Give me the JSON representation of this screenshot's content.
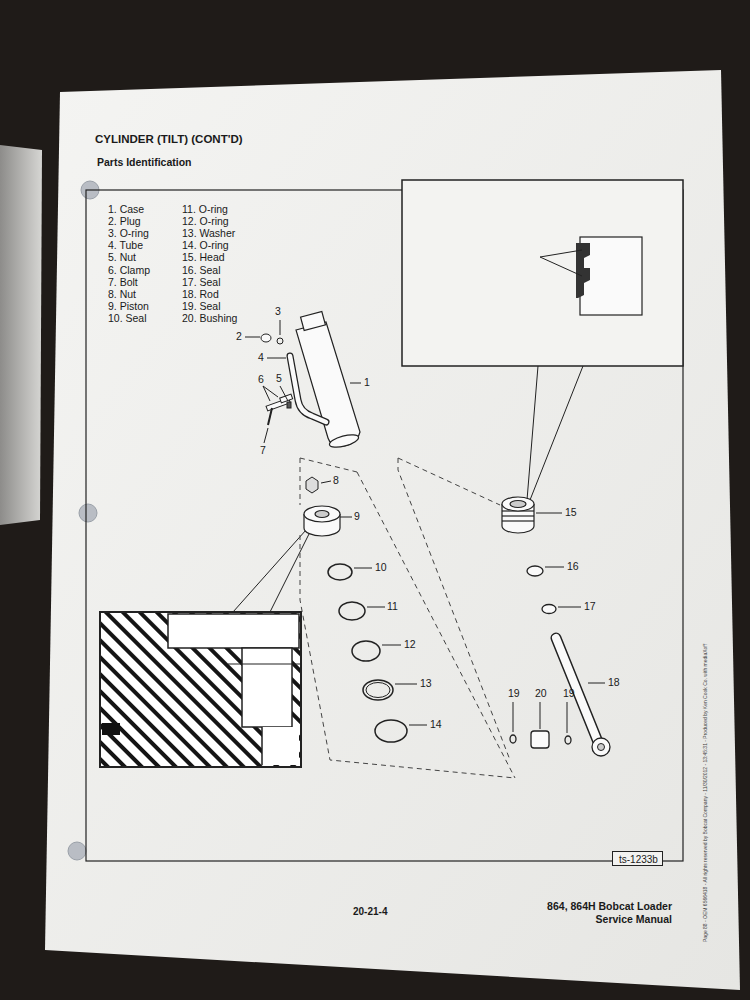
{
  "diagram": {
    "title": "CYLINDER (TILT) (CONT'D)",
    "nodes": [
      {
        "text": [
          "ts-1233b"
        ]
      }
    ],
    "labels": [
      "Parts Identification",
      "1. Case",
      "2. Plug",
      "3. O-ring",
      "4. Tube",
      "5. Nut",
      "6. Clamp",
      "7. Bolt",
      "8. Nut",
      "9. Piston",
      "10. Seal",
      "11. O-ring",
      "12. O-ring",
      "13. Washer",
      "14. O-ring",
      "15. Head",
      "16. Seal",
      "17. Seal",
      "18. Rod",
      "19. Seal",
      "20. Bushing",
      "1",
      "2",
      "3",
      "4",
      "5",
      "6",
      "7",
      "8",
      "9",
      "10",
      "11",
      "12",
      "13",
      "14",
      "15",
      "16",
      "17",
      "18",
      "19",
      "20",
      "19",
      "20-21-4",
      "864, 864H Bobcat Loader",
      "Service Manual",
      "Page 88 - OEM 6566418 - All rights reserved by Bobcat Company - 11/30/2012 - 13:45:31 - Produced by Ken Cook Co. with mediaXoff"
    ]
  }
}
